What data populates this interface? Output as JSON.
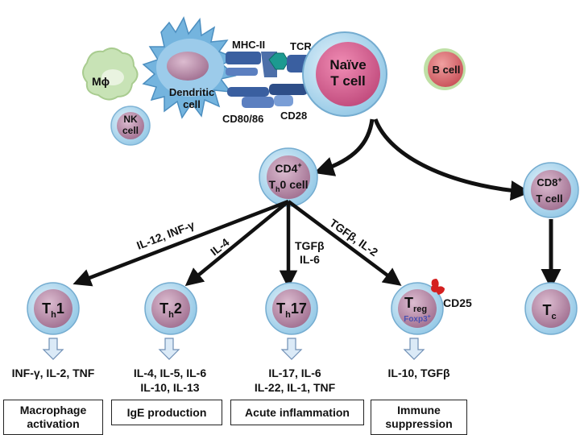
{
  "cells": {
    "macrophage": "Mϕ",
    "dendritic_line1": "Dendritic",
    "dendritic_line2": "cell",
    "nk_line1": "NK",
    "nk_line2": "cell",
    "naive_line1": "Naïve",
    "naive_line2": "T cell",
    "b_cell": "B cell",
    "cd4_line1": "CD4",
    "cd4_sup": "+",
    "cd4_line2_T": "T",
    "cd4_line2_sub": "h",
    "cd4_line2_rest": "0 cell",
    "cd8_line1": "CD8",
    "cd8_sup": "+",
    "cd8_line2": "T cell"
  },
  "receptors": {
    "mhc": "MHC-II",
    "tcr": "TCR",
    "cd80": "CD80/86",
    "cd28": "CD28",
    "cd25": "CD25",
    "foxp3": "Foxp3"
  },
  "foxp3_sup": "+",
  "arrow_labels": {
    "th1": "IL-12, INF-γ",
    "th2": "IL-4",
    "th17_line1": "TGFβ",
    "th17_line2": "IL-6",
    "treg": "TGFβ, IL-2"
  },
  "subsets": [
    {
      "main": "T",
      "sub": "h",
      "suffix": "1"
    },
    {
      "main": "T",
      "sub": "h",
      "suffix": "2"
    },
    {
      "main": "T",
      "sub": "h",
      "suffix": "17"
    },
    {
      "main": "T",
      "sub": "reg",
      "suffix": ""
    },
    {
      "main": "T",
      "sub": "c",
      "suffix": ""
    }
  ],
  "cytokines": {
    "th1": "INF-γ, IL-2, TNF",
    "th2_line1": "IL-4, IL-5, IL-6",
    "th2_line2": "IL-10, IL-13",
    "th17_line1": "IL-17, IL-6",
    "th17_line2": "IL-22, IL-1, TNF",
    "treg": "IL-10, TGFβ"
  },
  "outcomes": {
    "th1_line1": "Macrophage",
    "th1_line2": "activation",
    "th2": "IgE production",
    "th17": "Acute inflammation",
    "treg_line1": "Immune",
    "treg_line2": "suppression"
  },
  "colors": {
    "cell_membrane": "#9fcde8",
    "cell_nucleus": "#b88aa8",
    "naive_nucleus": "#d05a8c",
    "dendritic": "#7ab8e0",
    "macrophage": "#c6e0b4",
    "b_cell": "#d86a70",
    "receptor": "#3a5fa0",
    "tcr_hex": "#1c9a90",
    "cd25": "#d42020"
  }
}
